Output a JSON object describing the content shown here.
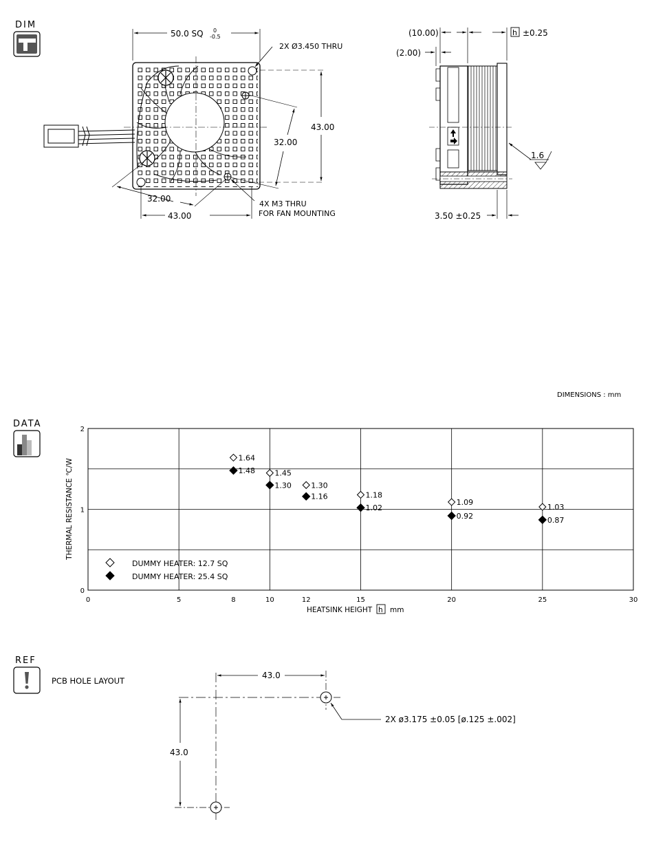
{
  "sections": {
    "dim": {
      "label": "DIM",
      "icon": "caliper-icon"
    },
    "data": {
      "label": "DATA",
      "icon": "bar-chart-icon"
    },
    "ref": {
      "label": "REF",
      "icon": "exclamation-icon",
      "title": "PCB HOLE LAYOUT"
    }
  },
  "drawing": {
    "top_view": {
      "width_base": "50.0 SQ",
      "width_tol_upper": "0",
      "width_tol_lower": "-0.5",
      "thru_holes_callout": "2X Ø3.450 THRU",
      "height_outer": "43.00",
      "diag_inner": "32.00",
      "bottom_inner": "32.00",
      "bottom_outer": "43.00",
      "mount_callout_1": "4X M3 THRU",
      "mount_callout_2": "FOR FAN MOUNTING"
    },
    "side_view": {
      "dim_fan": "(10.00)",
      "dim_gap": "(2.00)",
      "h_symbol": "h",
      "h_tol": "±0.25",
      "base_thickness": "3.50 ±0.25",
      "surface_finish": "1.6"
    },
    "units_note": "DIMENSIONS  :  mm"
  },
  "chart_data": {
    "type": "scatter",
    "ylabel": "THERMAL  RESISTANCE  ℃/W",
    "xlabel_prefix": "HEATSINK  HEIGHT",
    "xlabel_symbol": "h",
    "xlabel_unit": "mm",
    "xlim": [
      0,
      30
    ],
    "ylim": [
      0,
      2
    ],
    "x_ticks": [
      0,
      5,
      8,
      10,
      12,
      15,
      20,
      25,
      30
    ],
    "y_ticks": [
      0,
      1,
      2
    ],
    "grid": true,
    "legend_position": "bottom-left",
    "series": [
      {
        "name": "DUMMY HEATER: 12.7 SQ",
        "marker": "open-diamond",
        "x": [
          8,
          10,
          12,
          15,
          20,
          25
        ],
        "y": [
          1.64,
          1.45,
          1.3,
          1.18,
          1.09,
          1.03
        ],
        "labels": [
          "1.64",
          "1.45",
          "1.30",
          "1.18",
          "1.09",
          "1.03"
        ]
      },
      {
        "name": "DUMMY HEATER: 25.4 SQ",
        "marker": "filled-diamond",
        "x": [
          8,
          10,
          12,
          15,
          20,
          25
        ],
        "y": [
          1.48,
          1.3,
          1.16,
          1.02,
          0.92,
          0.87
        ],
        "labels": [
          "1.48",
          "1.30",
          "1.16",
          "1.02",
          "0.92",
          "0.87"
        ]
      }
    ]
  },
  "pcb_layout": {
    "dim_horizontal": "43.0",
    "dim_vertical": "43.0",
    "hole_callout": "2X  ø3.175 ±0.05 [ø.125 ±.002]"
  }
}
